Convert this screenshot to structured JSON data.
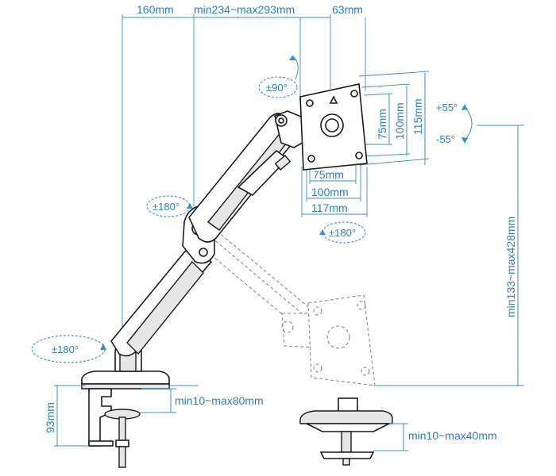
{
  "diagram": {
    "dims": {
      "depth_base": "160mm",
      "arm_reach": "min234~max293mm",
      "plate_offset": "63mm",
      "height_range": "min133~max428mm",
      "clamp_height": "93mm",
      "clamp_range": "min10~max80mm",
      "grommet_range": "min10~max40mm",
      "vesa_h_75": "75mm",
      "vesa_h_100": "100mm",
      "vesa_h_115": "115mm",
      "vesa_w_75": "75mm",
      "vesa_w_100": "100mm",
      "vesa_w_117": "117mm"
    },
    "rotations": {
      "swivel_top": "±90°",
      "tilt_up": "+55°",
      "tilt_down": "-55°",
      "rotate_plate": "±180°",
      "joint_mid": "±180°",
      "base_swivel": "±180°"
    },
    "colors": {
      "dimension": "#2a7fc0",
      "line": "#1a1a1a"
    }
  }
}
